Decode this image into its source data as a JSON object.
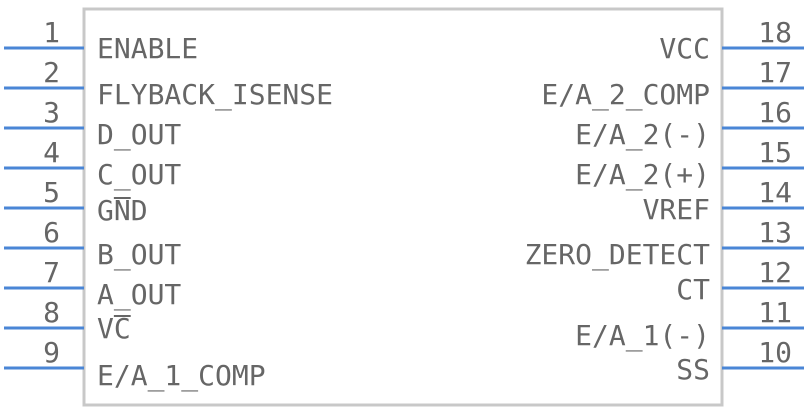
{
  "component": {
    "left_pins": [
      {
        "number": "1",
        "name": "ENABLE"
      },
      {
        "number": "2",
        "name": "FLYBACK_ISENSE"
      },
      {
        "number": "3",
        "name": "D_OUT"
      },
      {
        "number": "4",
        "name": "C_OUT"
      },
      {
        "number": "5",
        "name": "GND"
      },
      {
        "number": "6",
        "name": "B_OUT"
      },
      {
        "number": "7",
        "name": "A_OUT"
      },
      {
        "number": "8",
        "name": "VC"
      },
      {
        "number": "9",
        "name": "E/A_1_COMP"
      }
    ],
    "right_pins": [
      {
        "number": "18",
        "name": "VCC"
      },
      {
        "number": "17",
        "name": "E/A_2_COMP"
      },
      {
        "number": "16",
        "name": "E/A_2(-)"
      },
      {
        "number": "15",
        "name": "E/A_2(+)"
      },
      {
        "number": "14",
        "name": "VREF"
      },
      {
        "number": "13",
        "name": "ZERO_DETECT"
      },
      {
        "number": "12",
        "name": "CT"
      },
      {
        "number": "11",
        "name": "E/A_1(-)"
      },
      {
        "number": "10",
        "name": "SS"
      }
    ]
  },
  "colors": {
    "pin_line": "#4a86d6",
    "body_outline": "#c8c8c8",
    "text": "#666666"
  }
}
